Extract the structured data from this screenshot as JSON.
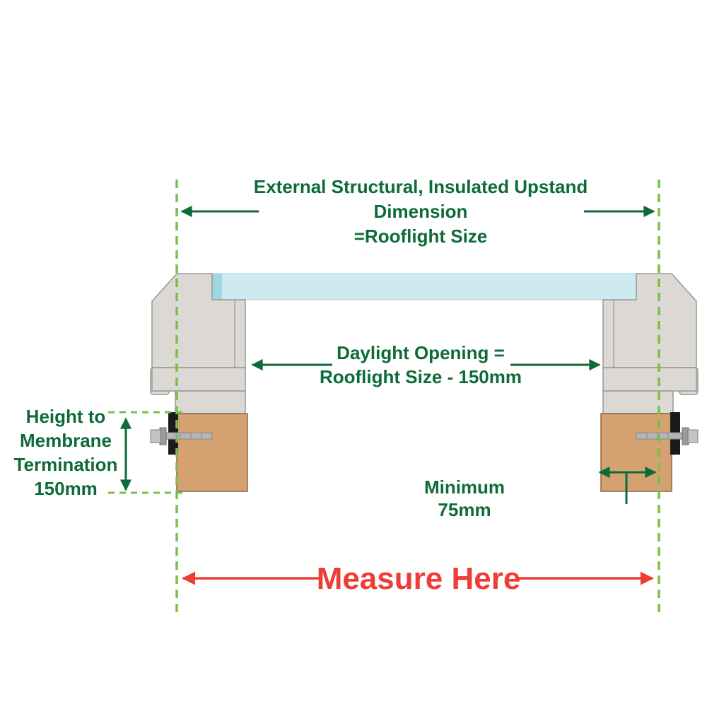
{
  "colors": {
    "dark_green": "#0d6b38",
    "light_green": "#78c04a",
    "red": "#ee3d36",
    "glass": "#cdeaf0",
    "glass_edge": "#9ed8e2",
    "frame": "#dcd8d4",
    "timber": "#d5a170",
    "fixing_dark": "#1b1b1b"
  },
  "annotations": {
    "upstand_dimension": {
      "line1": "External Structural, Insulated Upstand",
      "line2": "Dimension",
      "line3": "=Rooflight Size"
    },
    "daylight_opening": {
      "line1": "Daylight Opening =",
      "line2": "Rooflight Size - 150mm"
    },
    "membrane_height": {
      "line1": "Height to",
      "line2": "Membrane",
      "line3": "Termination",
      "line4": "150mm"
    },
    "minimum_width": {
      "line1": "Minimum",
      "line2": "75mm"
    },
    "measure_here": "Measure Here"
  }
}
